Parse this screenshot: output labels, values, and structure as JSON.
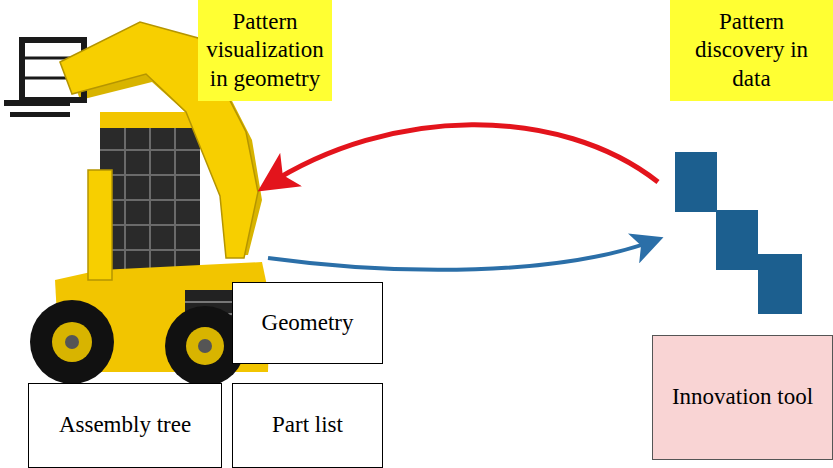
{
  "diagram": {
    "nodes": [
      {
        "text": [
          "Pattern visualization in geometry"
        ]
      },
      {
        "text": [
          "Pattern discovery in data"
        ]
      },
      {
        "text": [
          "Geometry"
        ]
      },
      {
        "text": [
          "Innovation tool"
        ]
      },
      {
        "text": [
          "Assembly tree"
        ]
      },
      {
        "text": [
          "Part list"
        ]
      }
    ]
  }
}
